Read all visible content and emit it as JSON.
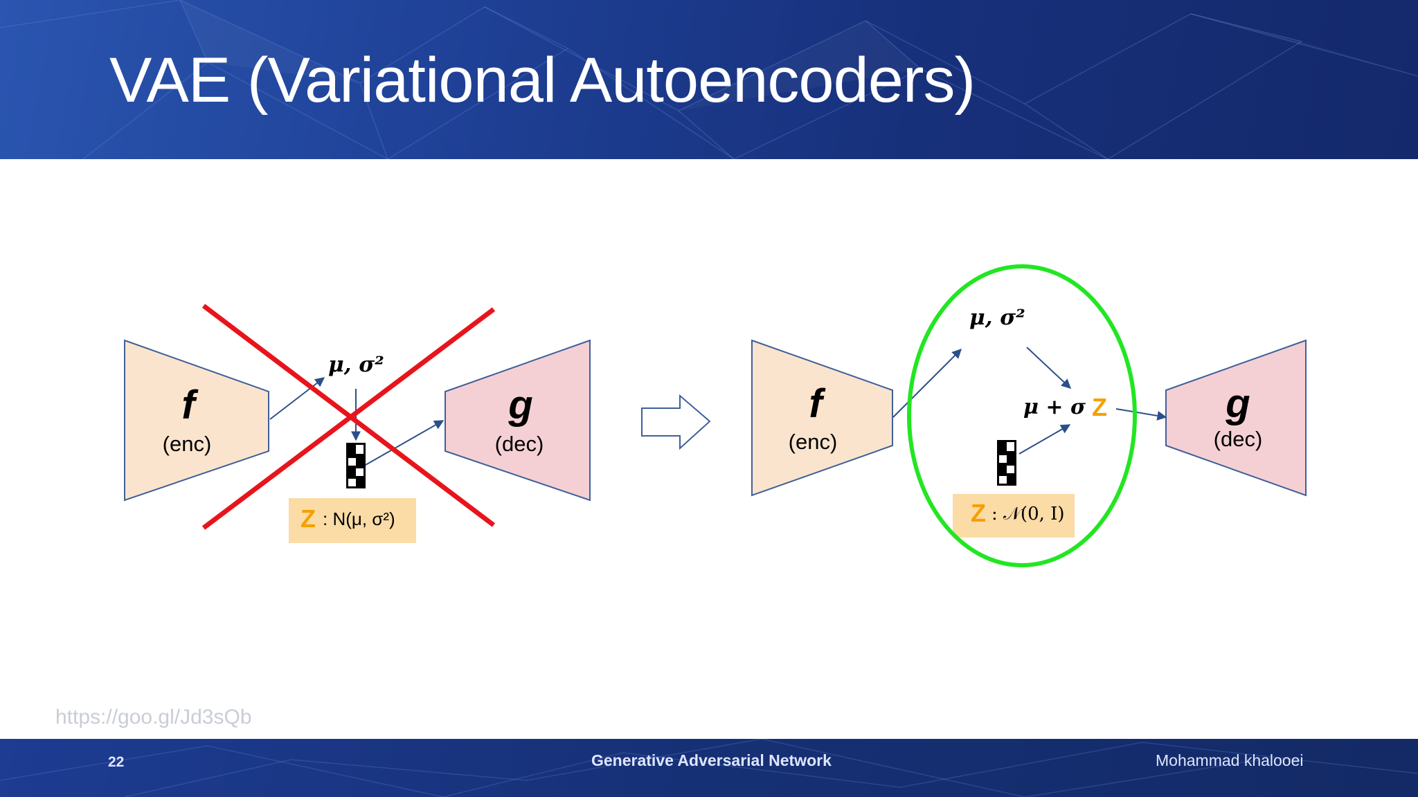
{
  "slide": {
    "title": "VAE (Variational Autoencoders)",
    "source_url": "https://goo.gl/Jd3sQb",
    "footer": {
      "page_number": "22",
      "center": "Generative Adversarial Network",
      "right": "Mohammad khalooei"
    }
  },
  "colors": {
    "header_bg": "#1e3f94",
    "encoder_fill": "#fbe4cd",
    "decoder_fill": "#f4d0d4",
    "trapezoid_stroke": "#3e5f9a",
    "cross": "#e8141c",
    "highlight_ellipse": "#22e622",
    "noise_box": "#fbdba6",
    "z_letter": "#f5a000"
  },
  "diagram": {
    "left": {
      "encoder_symbol": "f",
      "encoder_label": "(enc)",
      "decoder_symbol": "g",
      "decoder_label": "(dec)",
      "latent_params": "μ, σ²",
      "z_symbol": "Z",
      "z_dist": ": N(μ, σ²)",
      "crossed_out": true
    },
    "right": {
      "encoder_symbol": "f",
      "encoder_label": "(enc)",
      "decoder_symbol": "g",
      "decoder_label": "(dec)",
      "latent_params": "μ, σ²",
      "reparam_expr": "μ + σ",
      "reparam_z": "Z",
      "z_symbol": "Z",
      "z_dist": ": 𝒩(0, I)"
    },
    "transition_arrow": "right-hollow-arrow-icon"
  }
}
